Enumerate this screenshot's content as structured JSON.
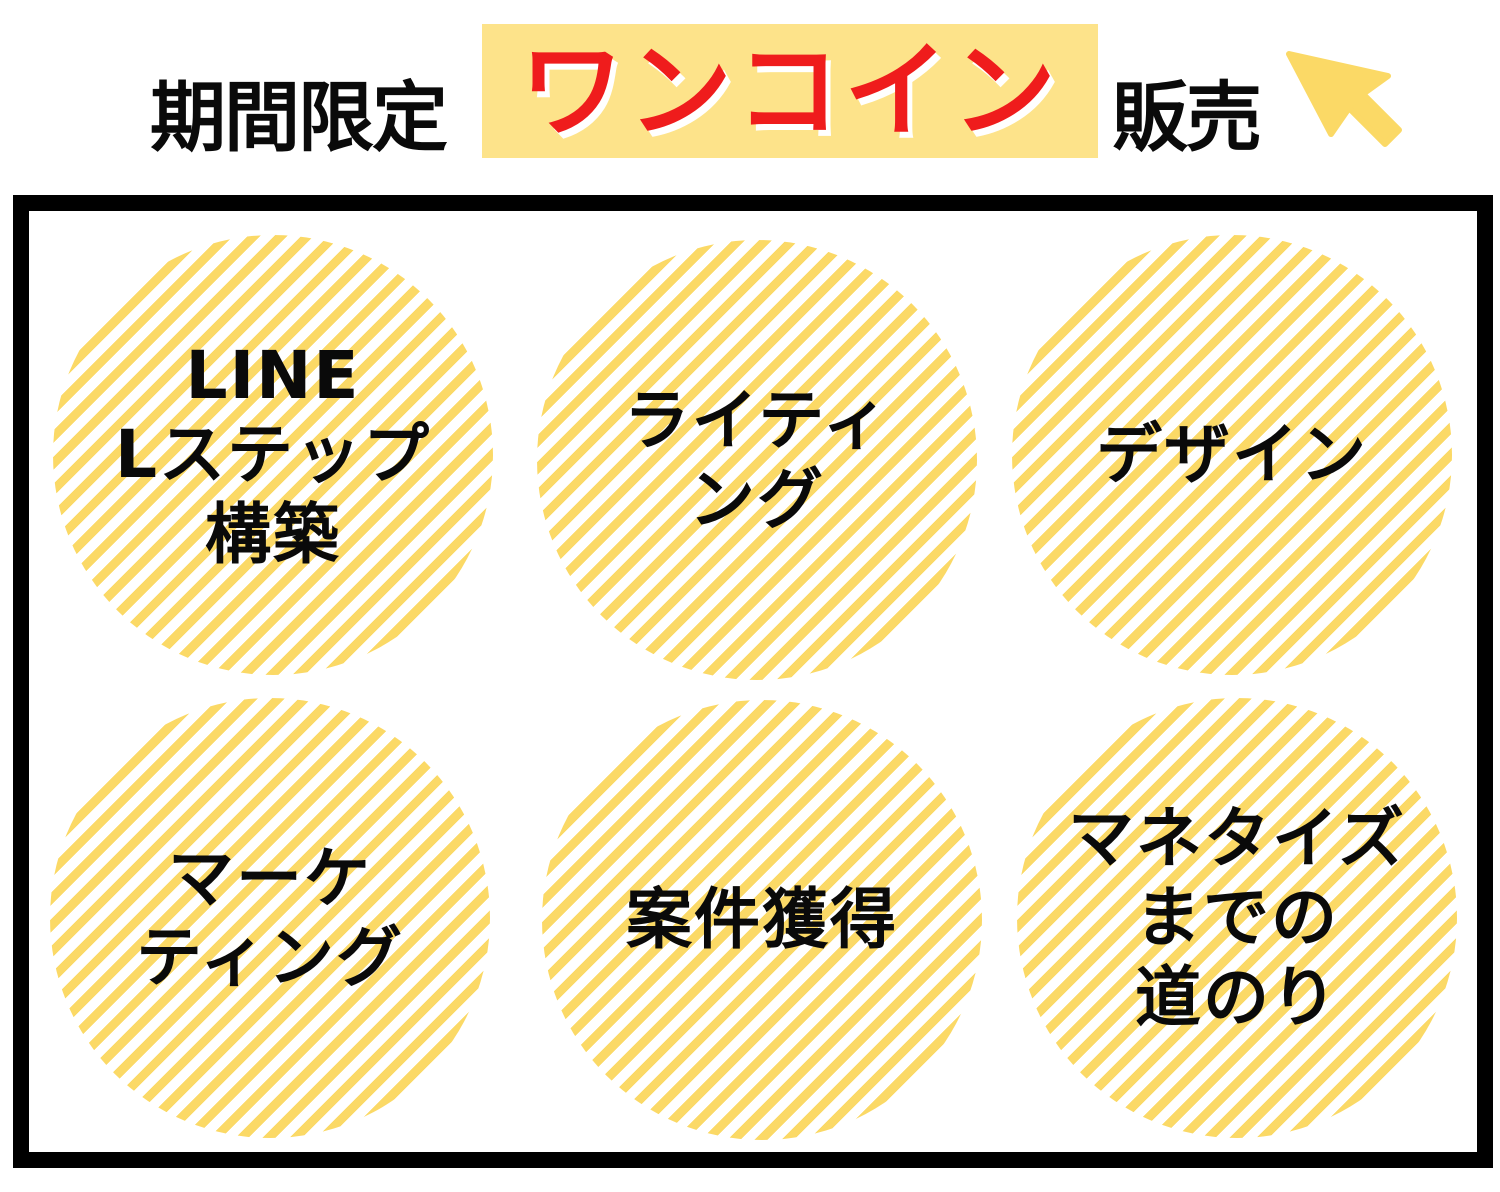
{
  "header": {
    "prefix": "期間限定",
    "highlight": "ワンコイン",
    "suffix": "販売",
    "highlight_bg_color": "#fde38a",
    "highlight_text_color": "#ef1c1c",
    "icon": "cursor-arrow-icon",
    "icon_color": "#fbd966"
  },
  "services": [
    {
      "label": "LINE\nLステップ\n構築"
    },
    {
      "label": "ライティ\nング"
    },
    {
      "label": "デザイン"
    },
    {
      "label": "マーケ\nティング"
    },
    {
      "label": "案件獲得"
    },
    {
      "label": "マネタイズ\nまでの\n道のり"
    }
  ],
  "colors": {
    "stripe": "#fbd966",
    "frame": "#000000"
  }
}
